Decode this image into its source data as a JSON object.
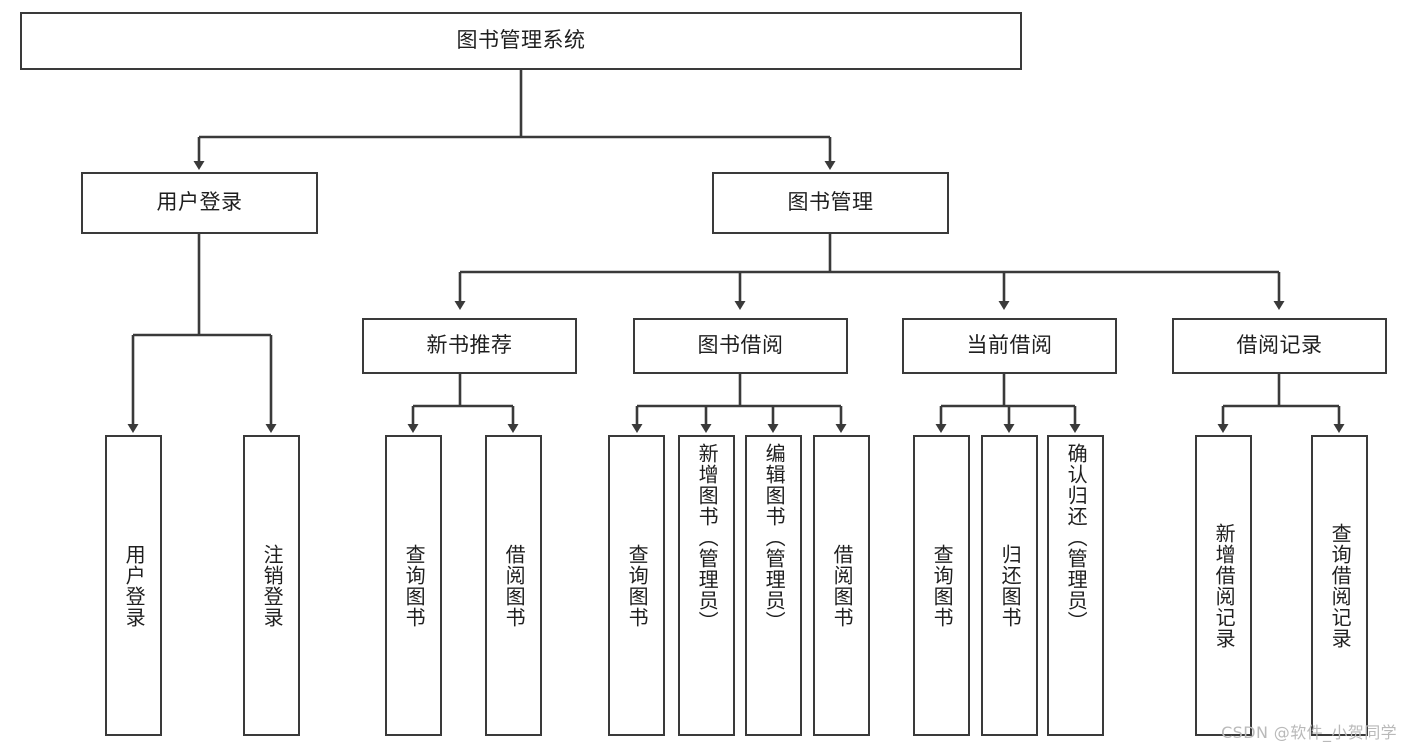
{
  "diagram": {
    "kind": "tree-hierarchy-chart",
    "title": "图书管理系统",
    "stroke_color": "#3a3a3a",
    "fill_color": "#ffffff",
    "text_color": "#1f1f1f",
    "nodes": {
      "root": {
        "label": "图书管理系统"
      },
      "level1": [
        {
          "id": "user-login",
          "label": "用户登录"
        },
        {
          "id": "book-manage",
          "label": "图书管理"
        }
      ],
      "level2": [
        {
          "id": "new-book-recommend",
          "label": "新书推荐",
          "parent": "book-manage"
        },
        {
          "id": "book-borrow",
          "label": "图书借阅",
          "parent": "book-manage"
        },
        {
          "id": "current-borrow",
          "label": "当前借阅",
          "parent": "book-manage"
        },
        {
          "id": "borrow-record",
          "label": "借阅记录",
          "parent": "book-manage"
        }
      ],
      "leaves": [
        {
          "id": "leaf-user-login",
          "label": "用户登录",
          "parent": "user-login"
        },
        {
          "id": "leaf-user-logout",
          "label": "注销登录",
          "parent": "user-login"
        },
        {
          "id": "leaf-query-book-1",
          "label": "查询图书",
          "parent": "new-book-recommend"
        },
        {
          "id": "leaf-borrow-book-1",
          "label": "借阅图书",
          "parent": "new-book-recommend"
        },
        {
          "id": "leaf-query-book-2",
          "label": "查询图书",
          "parent": "book-borrow"
        },
        {
          "id": "leaf-add-book",
          "label": "新增图书（管理员）",
          "parent": "book-borrow"
        },
        {
          "id": "leaf-edit-book",
          "label": "编辑图书（管理员）",
          "parent": "book-borrow"
        },
        {
          "id": "leaf-borrow-book-2",
          "label": "借阅图书",
          "parent": "book-borrow"
        },
        {
          "id": "leaf-query-book-3",
          "label": "查询图书",
          "parent": "current-borrow"
        },
        {
          "id": "leaf-return-book",
          "label": "归还图书",
          "parent": "current-borrow"
        },
        {
          "id": "leaf-confirm-return",
          "label": "确认归还（管理员）",
          "parent": "current-borrow"
        },
        {
          "id": "leaf-add-record",
          "label": "新增借阅记录",
          "parent": "borrow-record"
        },
        {
          "id": "leaf-query-record",
          "label": "查询借阅记录",
          "parent": "borrow-record"
        }
      ]
    }
  },
  "watermark": {
    "text": "CSDN @软件_小贺同学"
  }
}
